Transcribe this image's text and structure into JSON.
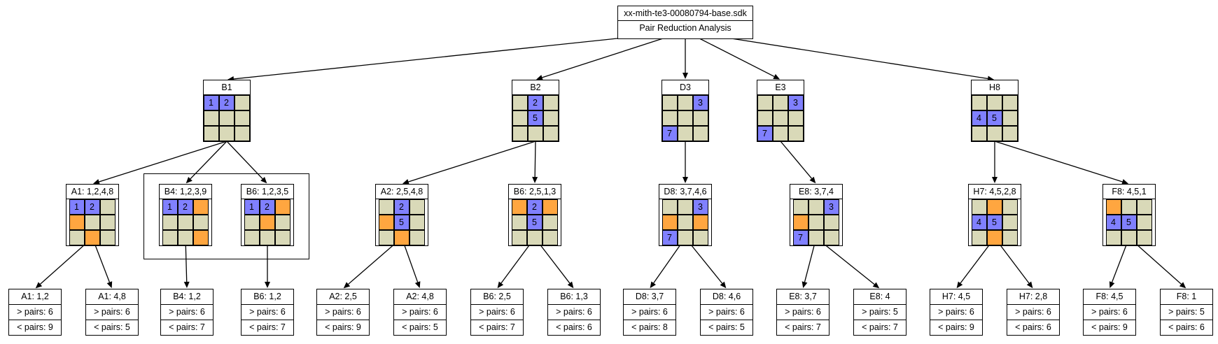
{
  "colors": {
    "empty": "#d9d9b8",
    "candidate": "#8080ff",
    "elim": "#ffa640",
    "background": "#ffffff"
  },
  "root": {
    "file": "xx-mith-te3-00080794-base.sdk",
    "title": "Pair Reduction Analysis"
  },
  "groups": [
    {
      "label": "B1",
      "cells": [
        "1",
        "2",
        "",
        "",
        "",
        "",
        "",
        "",
        ""
      ],
      "colors": [
        "c",
        "c",
        "e",
        "e",
        "e",
        "e",
        "e",
        "e",
        "e"
      ],
      "children": [
        {
          "label": "A1: 1,2,4,8",
          "cells": [
            "1",
            "2",
            "",
            "",
            "",
            "",
            "",
            "",
            ""
          ],
          "colors": [
            "c",
            "c",
            "e",
            "o",
            "e",
            "e",
            "e",
            "o",
            "e"
          ],
          "leaves": [
            {
              "label": "A1: 1,2",
              "gt": "> pairs: 6",
              "lt": "< pairs: 9"
            },
            {
              "label": "A1: 4,8",
              "gt": "> pairs: 6",
              "lt": "< pairs: 5"
            }
          ]
        },
        {
          "label": "B4: 1,2,3,9",
          "cells": [
            "1",
            "2",
            "",
            "",
            "",
            "",
            "",
            "",
            ""
          ],
          "colors": [
            "c",
            "c",
            "o",
            "e",
            "e",
            "e",
            "e",
            "e",
            "o"
          ],
          "leaves": [
            {
              "label": "B4: 1,2",
              "gt": "> pairs: 6",
              "lt": "< pairs: 7"
            }
          ]
        },
        {
          "label": "B6: 1,2,3,5",
          "cells": [
            "1",
            "2",
            "",
            "",
            "",
            "",
            "",
            "",
            ""
          ],
          "colors": [
            "c",
            "c",
            "o",
            "e",
            "o",
            "e",
            "e",
            "e",
            "e"
          ],
          "leaves": [
            {
              "label": "B6: 1,2",
              "gt": "> pairs: 6",
              "lt": "< pairs: 7"
            }
          ]
        }
      ]
    },
    {
      "label": "B2",
      "cells": [
        "",
        "2",
        "",
        "",
        "5",
        "",
        "",
        "",
        ""
      ],
      "colors": [
        "e",
        "c",
        "e",
        "e",
        "c",
        "e",
        "e",
        "e",
        "e"
      ],
      "children": [
        {
          "label": "A2: 2,5,4,8",
          "cells": [
            "",
            "2",
            "",
            "",
            "5",
            "",
            "",
            "",
            ""
          ],
          "colors": [
            "e",
            "c",
            "e",
            "o",
            "c",
            "e",
            "e",
            "o",
            "e"
          ],
          "leaves": [
            {
              "label": "A2: 2,5",
              "gt": "> pairs: 6",
              "lt": "< pairs: 9"
            },
            {
              "label": "A2: 4,8",
              "gt": "> pairs: 6",
              "lt": "< pairs: 5"
            }
          ]
        },
        {
          "label": "B6: 2,5,1,3",
          "cells": [
            "",
            "2",
            "",
            "",
            "5",
            "",
            "",
            "",
            ""
          ],
          "colors": [
            "o",
            "c",
            "o",
            "e",
            "c",
            "e",
            "e",
            "e",
            "e"
          ],
          "leaves": [
            {
              "label": "B6: 2,5",
              "gt": "> pairs: 6",
              "lt": "< pairs: 7"
            },
            {
              "label": "B6: 1,3",
              "gt": "> pairs: 6",
              "lt": "< pairs: 6"
            }
          ]
        }
      ]
    },
    {
      "label": "D3",
      "cells": [
        "",
        "",
        "3",
        "",
        "",
        "",
        "7",
        "",
        ""
      ],
      "colors": [
        "e",
        "e",
        "c",
        "e",
        "e",
        "e",
        "c",
        "e",
        "e"
      ],
      "children": [
        {
          "label": "D8: 3,7,4,6",
          "cells": [
            "",
            "",
            "3",
            "",
            "",
            "",
            "7",
            "",
            ""
          ],
          "colors": [
            "e",
            "e",
            "c",
            "o",
            "e",
            "o",
            "c",
            "e",
            "e"
          ],
          "leaves": [
            {
              "label": "D8: 3,7",
              "gt": "> pairs: 6",
              "lt": "< pairs: 8"
            },
            {
              "label": "D8: 4,6",
              "gt": "> pairs: 6",
              "lt": "< pairs: 5"
            }
          ]
        }
      ]
    },
    {
      "label": "E3",
      "cells": [
        "",
        "",
        "3",
        "",
        "",
        "",
        "7",
        "",
        ""
      ],
      "colors": [
        "e",
        "e",
        "c",
        "e",
        "e",
        "e",
        "c",
        "e",
        "e"
      ],
      "children": [
        {
          "label": "E8: 3,7,4",
          "cells": [
            "",
            "",
            "3",
            "",
            "",
            "",
            "7",
            "",
            ""
          ],
          "colors": [
            "e",
            "e",
            "c",
            "o",
            "e",
            "e",
            "c",
            "e",
            "e"
          ],
          "leaves": [
            {
              "label": "E8: 3,7",
              "gt": "> pairs: 6",
              "lt": "< pairs: 7"
            },
            {
              "label": "E8: 4",
              "gt": "> pairs: 5",
              "lt": "< pairs: 7"
            }
          ]
        }
      ]
    },
    {
      "label": "H8",
      "cells": [
        "",
        "",
        "",
        "4",
        "5",
        "",
        "",
        "",
        ""
      ],
      "colors": [
        "e",
        "e",
        "e",
        "c",
        "c",
        "e",
        "e",
        "e",
        "e"
      ],
      "children": [
        {
          "label": "H7: 4,5,2,8",
          "cells": [
            "",
            "",
            "",
            "4",
            "5",
            "",
            "",
            "",
            ""
          ],
          "colors": [
            "e",
            "o",
            "e",
            "c",
            "c",
            "e",
            "e",
            "o",
            "e"
          ],
          "leaves": [
            {
              "label": "H7: 4,5",
              "gt": "> pairs: 6",
              "lt": "< pairs: 9"
            },
            {
              "label": "H7: 2,8",
              "gt": "> pairs: 6",
              "lt": "< pairs: 6"
            }
          ]
        },
        {
          "label": "F8: 4,5,1",
          "cells": [
            "",
            "",
            "",
            "4",
            "5",
            "",
            "",
            "",
            ""
          ],
          "colors": [
            "o",
            "e",
            "e",
            "c",
            "c",
            "e",
            "e",
            "e",
            "e"
          ],
          "leaves": [
            {
              "label": "F8: 4,5",
              "gt": "> pairs: 6",
              "lt": "< pairs: 9"
            },
            {
              "label": "F8: 1",
              "gt": "> pairs: 5",
              "lt": "< pairs: 6"
            }
          ]
        }
      ]
    }
  ]
}
